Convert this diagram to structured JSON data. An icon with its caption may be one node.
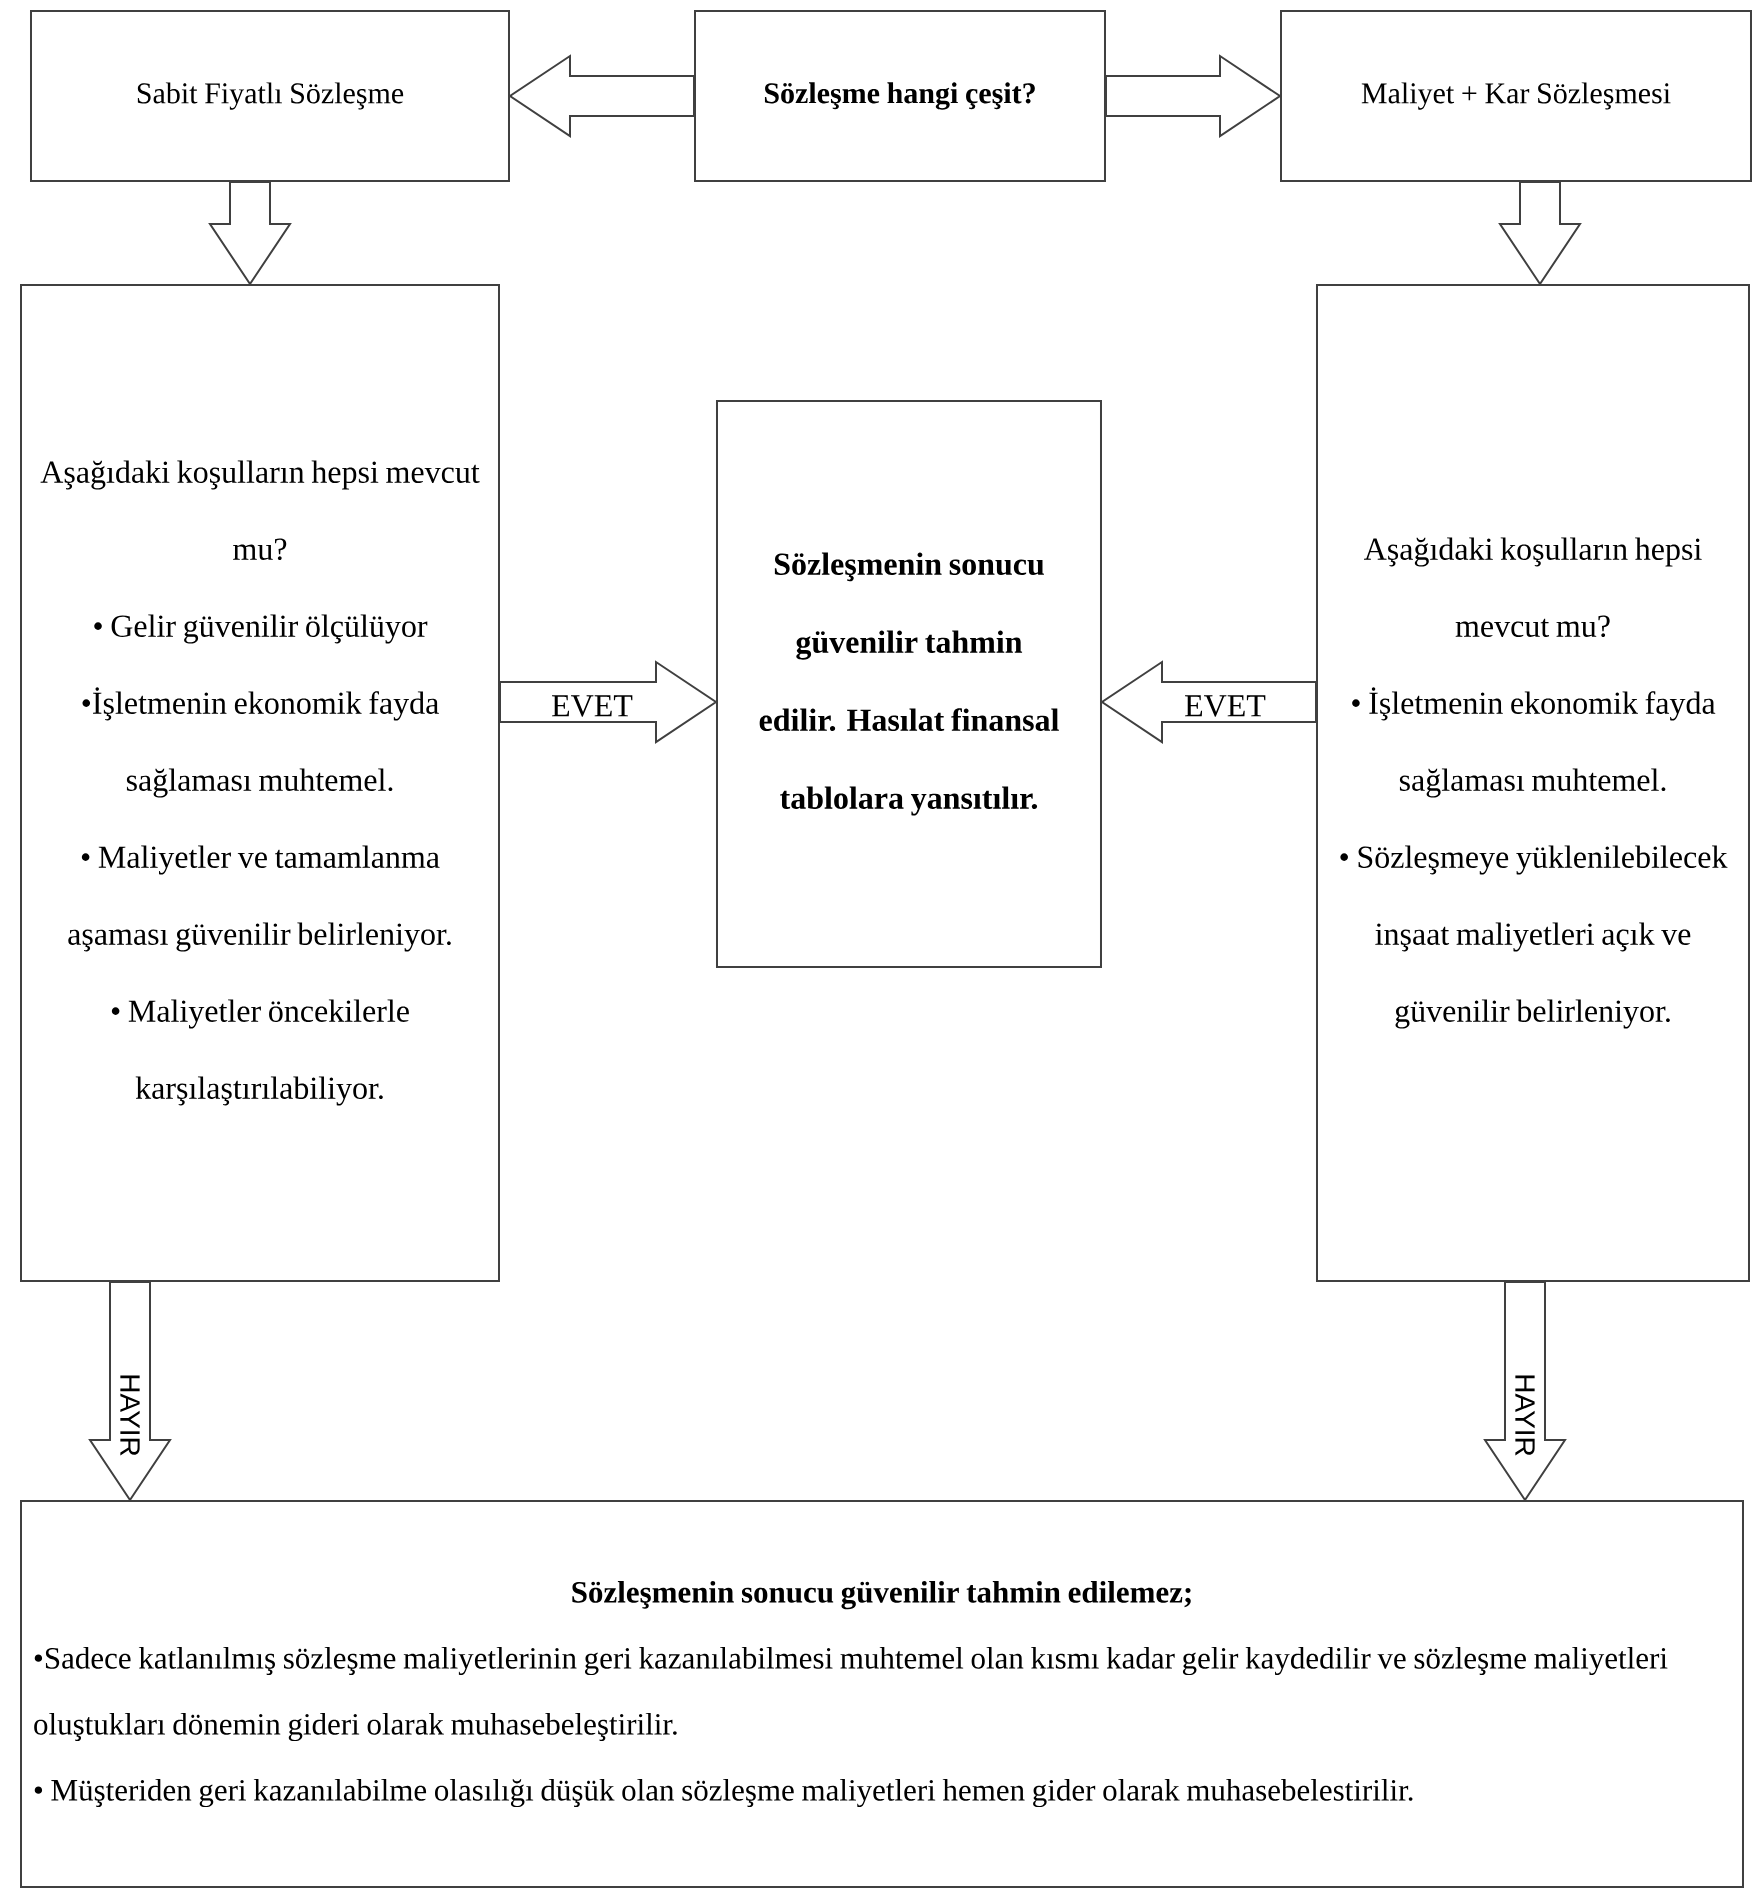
{
  "diagram": {
    "nodes": [
      {
        "text": [
          "Sabit Fiyatlı Sözleşme"
        ]
      },
      {
        "text": [
          "Sözleşme hangi çeşit?"
        ]
      },
      {
        "text": [
          "Maliyet + Kar Sözleşmesi"
        ]
      },
      {
        "text": [
          "Aşağıdaki koşulların hepsi mevcut mu?",
          "• Gelir güvenilir ölçülüyor",
          "•İşletmenin ekonomik fayda sağlaması muhtemel.",
          "• Maliyetler ve tamamlanma aşaması güvenilir belirleniyor.",
          "• Maliyetler öncekilerle karşılaştırılabiliyor."
        ]
      },
      {
        "text": [
          "Sözleşmenin sonucu güvenilir tahmin edilir. Hasılat finansal tablolara yansıtılır."
        ]
      },
      {
        "text": [
          "Aşağıdaki koşulların hepsi mevcut mu?",
          "• İşletmenin ekonomik fayda sağlaması muhtemel.",
          "• Sözleşmeye yüklenilebilecek inşaat maliyetleri açık ve güvenilir belirleniyor."
        ]
      },
      {
        "text": [
          "Sözleşmenin sonucu güvenilir tahmin edilemez;",
          "•Sadece katlanılmış sözleşme maliyetlerinin geri kazanılabilmesi muhtemel olan kısmı kadar gelir kaydedilir ve sözleşme maliyetleri oluştukları dönemin gideri olarak muhasebeleştirilir.",
          "• Müşteriden geri kazanılabilme olasılığı düşük olan sözleşme maliyetleri hemen gider olarak muhasebelestirilir."
        ]
      }
    ],
    "edges": [
      {
        "from": 1,
        "to": 0,
        "arrow": "to"
      },
      {
        "from": 1,
        "to": 2,
        "arrow": "to"
      },
      {
        "from": 0,
        "to": 3,
        "arrow": "to"
      },
      {
        "from": 2,
        "to": 5,
        "arrow": "to"
      },
      {
        "from": 3,
        "to": 4,
        "arrow": "to",
        "label": "EVET"
      },
      {
        "from": 5,
        "to": 4,
        "arrow": "to",
        "label": "EVET"
      },
      {
        "from": 3,
        "to": 6,
        "arrow": "to",
        "label": "HAYIR"
      },
      {
        "from": 5,
        "to": 6,
        "arrow": "to",
        "label": "HAYIR"
      }
    ]
  }
}
